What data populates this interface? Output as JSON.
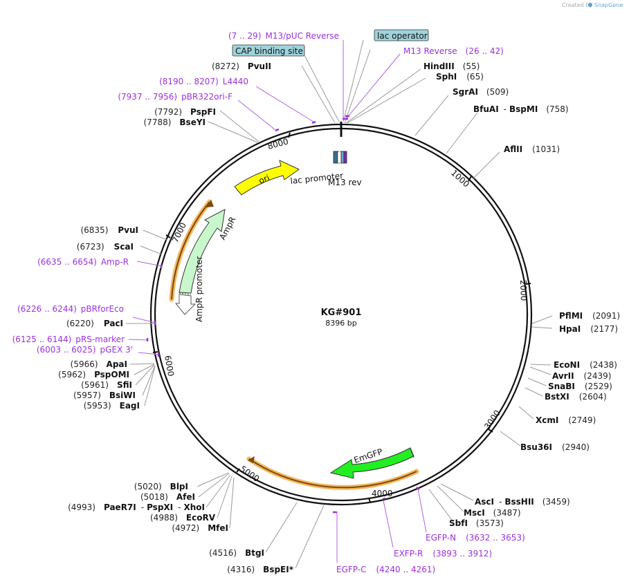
{
  "credit": {
    "text": "Created by",
    "brand": "SnapGene"
  },
  "plasmid": {
    "name": "KG#901",
    "length_label": "8396 bp",
    "length": 8396
  },
  "ticks": [
    "1000",
    "2000",
    "3000",
    "4000",
    "5000",
    "6000",
    "7000",
    "8000"
  ],
  "colors": {
    "backbone": "#111111",
    "primer": "#9b30d9",
    "ori": "#ffff00",
    "ampr": "#c9f7cc",
    "emgfp": "#22ee22",
    "highlight": "#f5b55a",
    "box": "#9fd3dc"
  },
  "features": [
    {
      "name": "ori",
      "type": "origin"
    },
    {
      "name": "AmpR",
      "type": "cds"
    },
    {
      "name": "AmpR promoter",
      "type": "promoter"
    },
    {
      "name": "lac promoter",
      "type": "promoter"
    },
    {
      "name": "M13 rev",
      "type": "primer_bind"
    },
    {
      "name": "EmGFP",
      "type": "cds"
    }
  ],
  "boxed_features": [
    {
      "name": "lac operator"
    },
    {
      "name": "CAP binding site"
    }
  ],
  "primers": [
    {
      "range": "(7 .. 29)",
      "name": "M13/pUC Reverse"
    },
    {
      "range": "(26 .. 42)",
      "name": "M13 Reverse"
    },
    {
      "range": "(8190 .. 8207)",
      "name": "L4440"
    },
    {
      "range": "(7937 .. 7956)",
      "name": "pBR322ori-F"
    },
    {
      "range": "(6635 .. 6654)",
      "name": "Amp-R"
    },
    {
      "range": "(6226 .. 6244)",
      "name": "pBRforEco"
    },
    {
      "range": "(6125 .. 6144)",
      "name": "pRS-marker"
    },
    {
      "range": "(6003 .. 6025)",
      "name": "pGEX 3'"
    },
    {
      "range": "(3632 .. 3653)",
      "name": "EGFP-N"
    },
    {
      "range": "(3893 .. 3912)",
      "name": "EXFP-R"
    },
    {
      "range": "(4240 .. 4261)",
      "name": "EGFP-C"
    }
  ],
  "sites_right": [
    {
      "name": "HindIII",
      "pos": "(55)"
    },
    {
      "name": "SphI",
      "pos": "(65)"
    },
    {
      "name": "SgrAI",
      "pos": "(509)"
    },
    {
      "name": "BfuAI",
      "sep": "-",
      "name2": "BspMI",
      "pos": "(758)"
    },
    {
      "name": "AflII",
      "pos": "(1031)"
    },
    {
      "name": "PflMI",
      "pos": "(2091)"
    },
    {
      "name": "HpaI",
      "pos": "(2177)"
    },
    {
      "name": "EcoNI",
      "pos": "(2438)"
    },
    {
      "name": "AvrII",
      "pos": "(2439)"
    },
    {
      "name": "SnaBI",
      "pos": "(2529)"
    },
    {
      "name": "BstXI",
      "pos": "(2604)"
    },
    {
      "name": "XcmI",
      "pos": "(2749)"
    },
    {
      "name": "Bsu36I",
      "pos": "(2940)"
    },
    {
      "name": "AscI",
      "sep": "-",
      "name2": "BssHII",
      "pos": "(3459)"
    },
    {
      "name": "MscI",
      "pos": "(3487)"
    },
    {
      "name": "SbfI",
      "pos": "(3573)"
    }
  ],
  "sites_left": [
    {
      "pos": "(8272)",
      "name": "PvuII"
    },
    {
      "pos": "(7792)",
      "name": "PspFI"
    },
    {
      "pos": "(7788)",
      "name": "BseYI"
    },
    {
      "pos": "(6835)",
      "name": "PvuI"
    },
    {
      "pos": "(6723)",
      "name": "ScaI"
    },
    {
      "pos": "(6220)",
      "name": "PacI"
    },
    {
      "pos": "(5966)",
      "name": "ApaI"
    },
    {
      "pos": "(5962)",
      "name": "PspOMI"
    },
    {
      "pos": "(5961)",
      "name": "SfiI"
    },
    {
      "pos": "(5957)",
      "name": "BsiWI"
    },
    {
      "pos": "(5953)",
      "name": "EagI"
    },
    {
      "pos": "(5020)",
      "name": "BlpI"
    },
    {
      "pos": "(5018)",
      "name": "AfeI"
    },
    {
      "pos": "(4993)",
      "name": "PaeR7I",
      "sep": "-",
      "name2": "PspXI",
      "sep2": "-",
      "name3": "XhoI"
    },
    {
      "pos": "(4988)",
      "name": "EcoRV"
    },
    {
      "pos": "(4972)",
      "name": "MfeI"
    },
    {
      "pos": "(4516)",
      "name": "BtgI"
    },
    {
      "pos": "(4316)",
      "name": "BspEI",
      "suffix": "*"
    }
  ]
}
